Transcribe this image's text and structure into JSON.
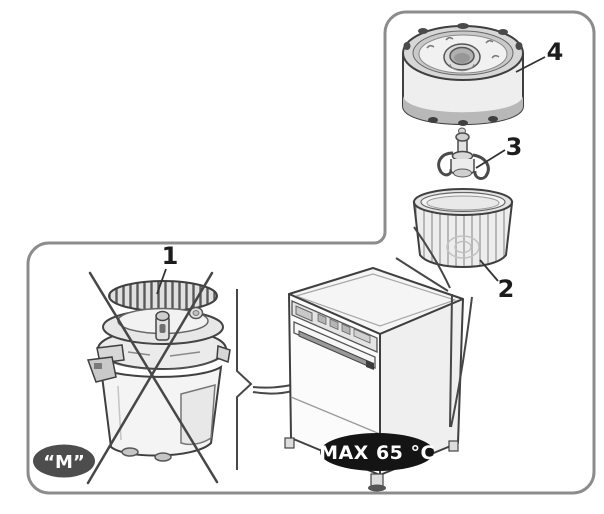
{
  "figure": {
    "callouts": {
      "part1": "1",
      "part2": "2",
      "part3": "3",
      "part4": "4"
    },
    "badges": {
      "material": "“M”",
      "max_temp": "MAX 65 °C"
    },
    "icons": {
      "prohibition_cross": "x-cross-overlay",
      "insert_direction": "swoosh-lines",
      "separator": "vertical-divider-chevron",
      "panel": "rounded-l-frame"
    },
    "colors": {
      "background": "#ffffff",
      "frame": "#8c8c8c",
      "line_art": "#3f3f3f",
      "badge_material_bg": "#4d4d4d",
      "badge_max_temp_bg": "#141414",
      "badge_text": "#ffffff"
    }
  }
}
